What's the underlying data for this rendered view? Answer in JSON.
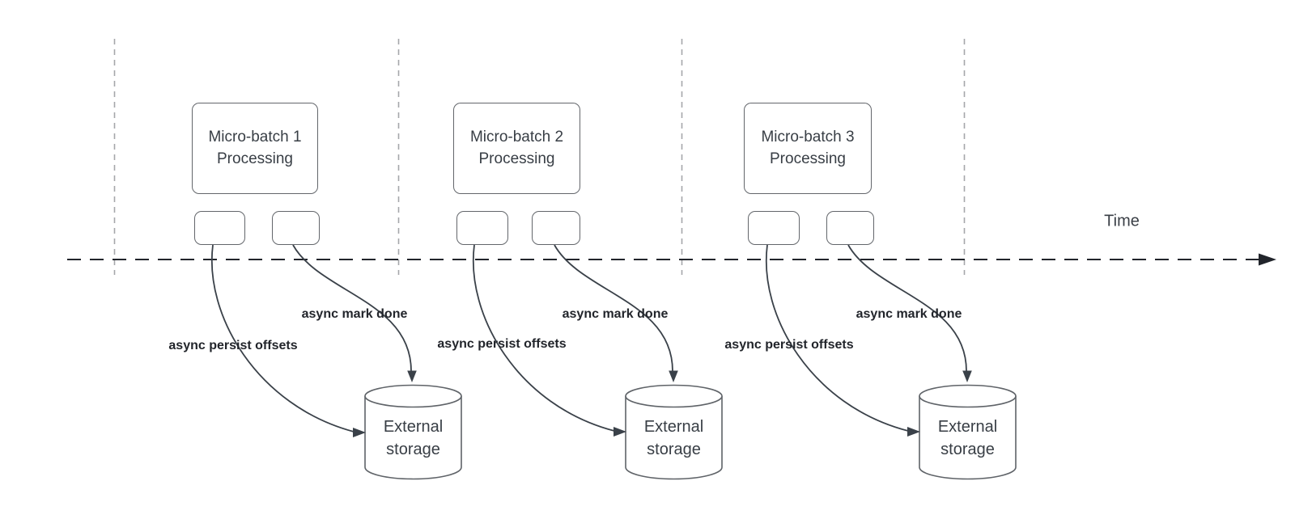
{
  "diagram": {
    "time_label": "Time",
    "groups": [
      {
        "title_line1": "Micro-batch 1",
        "title_line2": "Processing",
        "persist_arrow_label": "async persist offsets",
        "done_arrow_label": "async mark done",
        "storage_line1": "External",
        "storage_line2": "storage"
      },
      {
        "title_line1": "Micro-batch 2",
        "title_line2": "Processing",
        "persist_arrow_label": "async persist offsets",
        "done_arrow_label": "async mark done",
        "storage_line1": "External",
        "storage_line2": "storage"
      },
      {
        "title_line1": "Micro-batch 3",
        "title_line2": "Processing",
        "persist_arrow_label": "async persist offsets",
        "done_arrow_label": "async mark done",
        "storage_line1": "External",
        "storage_line2": "storage"
      }
    ],
    "colors": {
      "background": "#ffffff",
      "shape_border": "#63666b",
      "guide_line": "#a5a7aa",
      "timeline": "#22252b",
      "curve": "#3a4149",
      "label_text": "#22252b",
      "shape_text": "#383e45"
    }
  }
}
